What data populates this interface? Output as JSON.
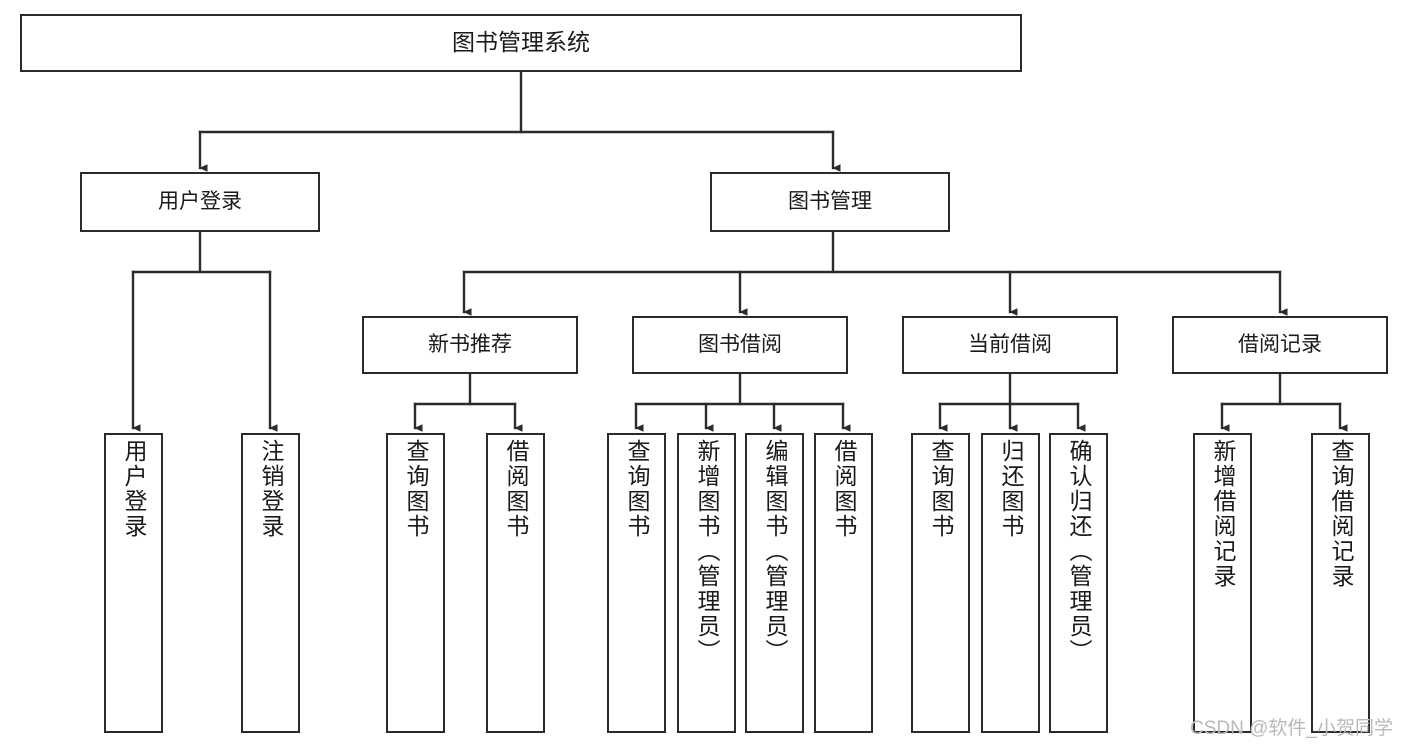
{
  "diagram": {
    "title": "图书管理系统",
    "type": "tree-hierarchy",
    "root": {
      "id": "root",
      "label": "图书管理系统"
    },
    "level2": [
      {
        "id": "user-login",
        "label": "用户登录"
      },
      {
        "id": "book-manage",
        "label": "图书管理"
      }
    ],
    "level3": [
      {
        "id": "new-book-recommend",
        "label": "新书推荐",
        "parent": "book-manage"
      },
      {
        "id": "book-borrow",
        "label": "图书借阅",
        "parent": "book-manage"
      },
      {
        "id": "current-borrow",
        "label": "当前借阅",
        "parent": "book-manage"
      },
      {
        "id": "borrow-record",
        "label": "借阅记录",
        "parent": "book-manage"
      }
    ],
    "leaves": [
      {
        "id": "leaf-user-login",
        "label": "用户登录",
        "parent": "user-login"
      },
      {
        "id": "leaf-user-logout",
        "label": "注销登录",
        "parent": "user-login"
      },
      {
        "id": "leaf-query-book-1",
        "label": "查询图书",
        "parent": "new-book-recommend"
      },
      {
        "id": "leaf-borrow-book-1",
        "label": "借阅图书",
        "parent": "new-book-recommend"
      },
      {
        "id": "leaf-query-book-2",
        "label": "查询图书",
        "parent": "book-borrow"
      },
      {
        "id": "leaf-add-book",
        "label": "新增图书（管理员）",
        "parent": "book-borrow"
      },
      {
        "id": "leaf-edit-book",
        "label": "编辑图书（管理员）",
        "parent": "book-borrow"
      },
      {
        "id": "leaf-borrow-book-2",
        "label": "借阅图书",
        "parent": "book-borrow"
      },
      {
        "id": "leaf-query-book-3",
        "label": "查询图书",
        "parent": "current-borrow"
      },
      {
        "id": "leaf-return-book",
        "label": "归还图书",
        "parent": "current-borrow"
      },
      {
        "id": "leaf-confirm-return",
        "label": "确认归还（管理员）",
        "parent": "current-borrow"
      },
      {
        "id": "leaf-add-record",
        "label": "新增借阅记录",
        "parent": "borrow-record"
      },
      {
        "id": "leaf-query-record",
        "label": "查询借阅记录",
        "parent": "borrow-record"
      }
    ],
    "colors": {
      "stroke": "#2b2b2b",
      "fill": "#ffffff",
      "text": "#1a1a1a",
      "watermark": "#b9b9b9"
    }
  },
  "watermark": {
    "text": "CSDN @软件_小贺同学"
  }
}
